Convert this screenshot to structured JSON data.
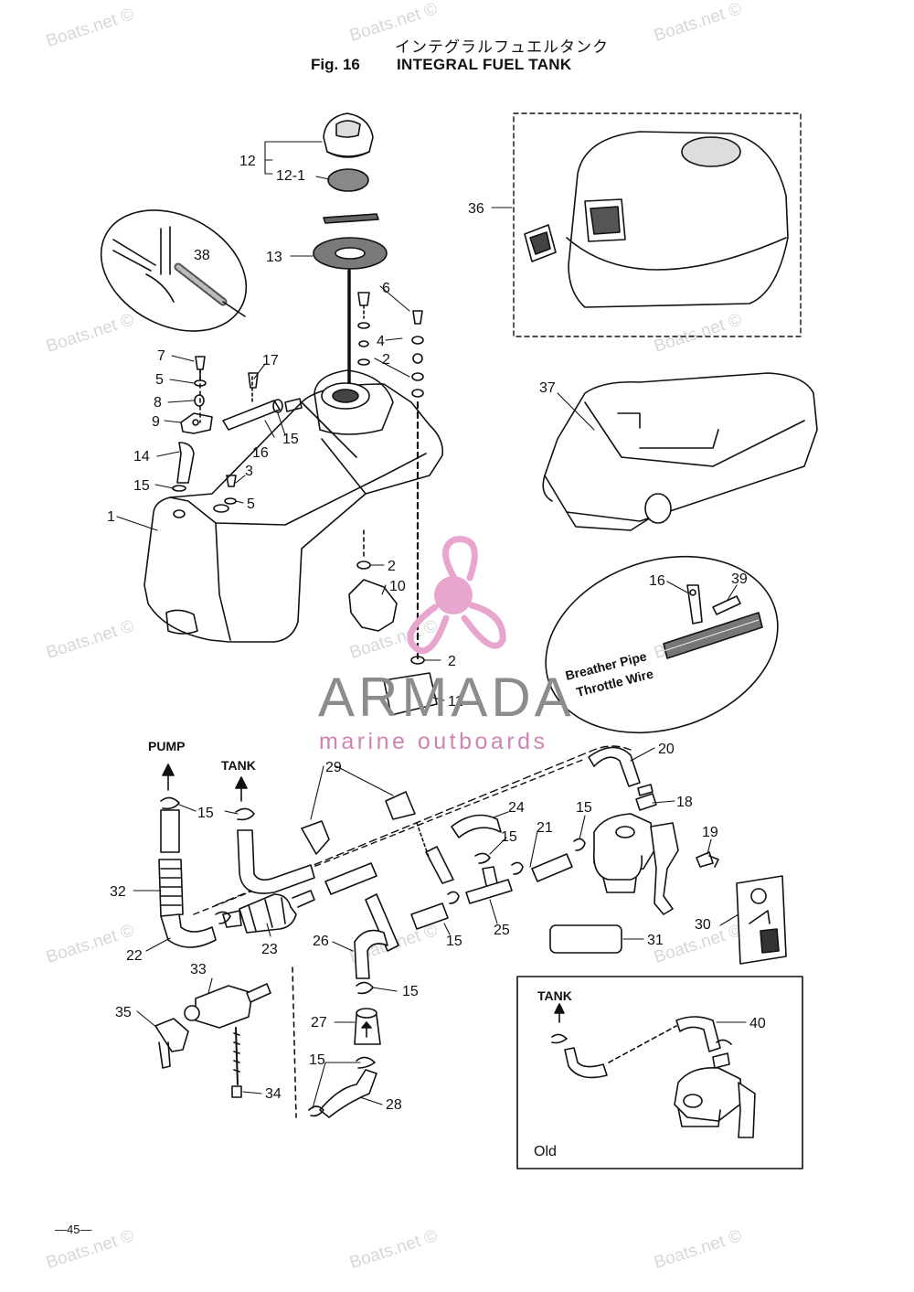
{
  "header": {
    "title_jp": "インテグラルフュエルタンク",
    "fig_label": "Fig. 16",
    "title": "INTEGRAL FUEL TANK"
  },
  "watermark": "Boats.net ©",
  "brand": {
    "name": "ARMADA",
    "tagline": "marine outboards",
    "accent_color": "#e8a6cf",
    "gray": "#8c8c8c"
  },
  "callouts": {
    "c1": "1",
    "c2a": "2",
    "c2b": "2",
    "c2c": "2",
    "c3": "3",
    "c4": "4",
    "c5a": "5",
    "c5b": "5",
    "c6": "6",
    "c7": "7",
    "c8": "8",
    "c9": "9",
    "c10": "10",
    "c11": "11",
    "c12": "12",
    "c12_1": "12-1",
    "c13": "13",
    "c14": "14",
    "c15a": "15",
    "c15b": "15",
    "c15c": "15",
    "c15d": "15",
    "c15e": "15",
    "c15f": "15",
    "c15g": "15",
    "c15h": "15",
    "c16a": "16",
    "c16b": "16",
    "c17": "17",
    "c18": "18",
    "c19": "19",
    "c20": "20",
    "c21": "21",
    "c22": "22",
    "c23": "23",
    "c24": "24",
    "c25": "25",
    "c26": "26",
    "c27": "27",
    "c28": "28",
    "c29": "29",
    "c30": "30",
    "c31": "31",
    "c32": "32",
    "c33": "33",
    "c34": "34",
    "c35": "35",
    "c36": "36",
    "c37": "37",
    "c38": "38",
    "c39": "39",
    "c40": "40"
  },
  "notes": {
    "pump": "PUMP",
    "tank": "TANK",
    "tank_old": "TANK",
    "breather_pipe": "Breather Pipe",
    "throttle_wire": "Throttle Wire",
    "old": "Old"
  },
  "footer": {
    "page_number": "—45—"
  }
}
